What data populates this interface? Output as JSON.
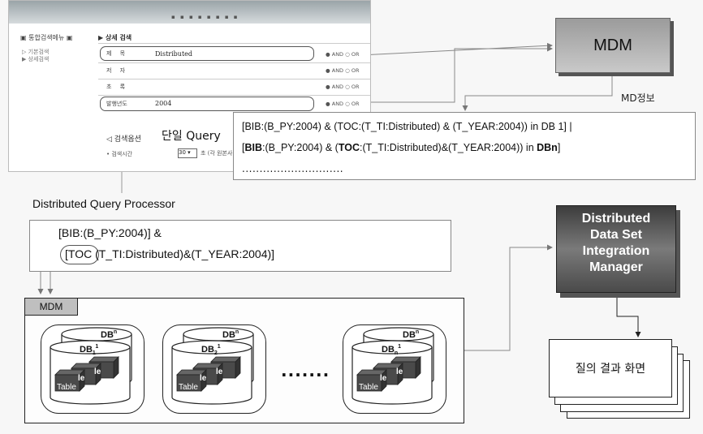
{
  "screenshot": {
    "sidebar_title": "통합검색메뉴",
    "sidebar_items": [
      "기본검색",
      "상세검색"
    ],
    "section_title": "상세 검색",
    "rows": [
      {
        "label": "제 목",
        "value": "Distributed",
        "andor": "AND ○ OR"
      },
      {
        "label": "저 자",
        "value": "",
        "andor": "AND ○ OR"
      },
      {
        "label": "초 록",
        "value": "",
        "andor": "AND ○ OR"
      },
      {
        "label": "발행년도",
        "value": "2004",
        "andor": "AND ○ OR"
      }
    ],
    "options_label": "검색옵션",
    "query_label": "단일 Query",
    "search_time_label": "검색시간",
    "select_value": "30",
    "select_after": "초 (각 원본사"
  },
  "mdm_label": "MDM",
  "md_info_label": "MD정보",
  "bib_query": {
    "line1": "[BIB:(B_PY:2004) & (TOC:(T_TI:Distributed) & (T_YEAR:2004)) in DB 1] |",
    "line2_prefix": "BIB",
    "line2_mid1": ":(B_PY:2004) & (",
    "line2_toc": "TOC",
    "line2_mid2": ":(T_TI:Distributed)&(T_YEAR:2004)) in ",
    "line2_db": "DBn",
    "line2_open": "[",
    "line2_close": "]",
    "dots": "............................."
  },
  "dqp": {
    "title": "Distributed Query Processor",
    "line1": "[BIB:(B_PY:2004)] &",
    "line2_toc": "[TOC",
    "line2_rest": "(T_TI:Distributed)&(T_YEAR:2004)]"
  },
  "ddsim": {
    "lines": [
      "Distributed",
      "Data Set",
      "Integration",
      "Manager"
    ]
  },
  "mdm_panel_label": "MDM",
  "db_groups": [
    {
      "back_label": "DB",
      "back_sup": "n",
      "front_label": "DB",
      "front_sub": "1",
      "front_sup": "1"
    },
    {
      "back_label": "DB",
      "back_sup": "n",
      "front_label": "DB",
      "front_sub": "2",
      "front_sup": "1"
    },
    {
      "back_label": "DB",
      "back_sup": "n",
      "front_label": "DB",
      "front_sub": "n",
      "front_sup": "1"
    }
  ],
  "table_label": "Table",
  "ie_label": "le",
  "db_dots": ".......",
  "result_label": "질의 결과 화면"
}
